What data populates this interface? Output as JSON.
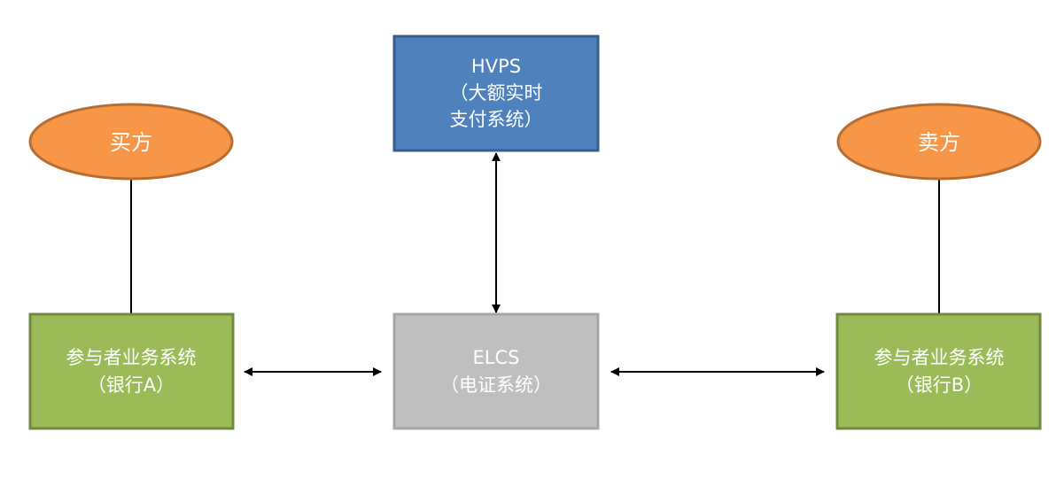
{
  "colors": {
    "ellipse_fill": "#F79646",
    "ellipse_stroke": "#B66D31",
    "green_fill": "#9BBB59",
    "green_stroke": "#71893F",
    "blue_fill": "#4F81BD",
    "blue_stroke": "#385D8A",
    "gray_fill": "#BFBFBF",
    "gray_stroke": "#A6A6A6",
    "line": "#000000"
  },
  "nodes": {
    "buyer": {
      "label": "买方"
    },
    "seller": {
      "label": "卖方"
    },
    "hvps": {
      "lines": [
        "HVPS",
        "（大额实时",
        "支付系统）"
      ]
    },
    "bank_a": {
      "lines": [
        "参与者业务系统",
        "（银行A）"
      ]
    },
    "elcs": {
      "lines": [
        "ELCS",
        "（电证系统）"
      ]
    },
    "bank_b": {
      "lines": [
        "参与者业务系统",
        "（银行B）"
      ]
    }
  }
}
